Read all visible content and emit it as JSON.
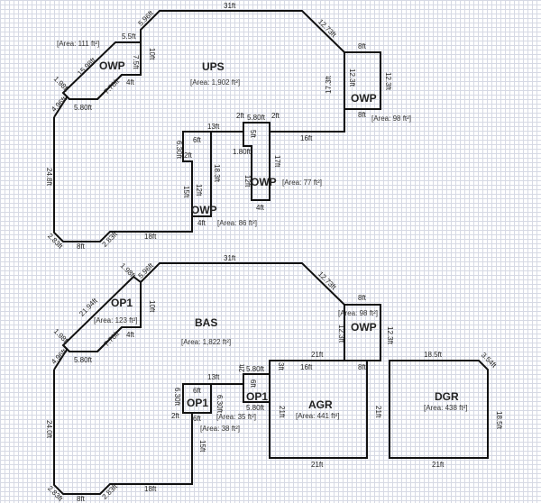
{
  "upper": {
    "areas": {
      "ups": "UPS",
      "ups_area": "[Area: 1,902 ft²]",
      "owp_a": "OWP",
      "owp_a_area": "[Area: 111 ft²]",
      "owp_b": "OWP",
      "owp_b_area": "[Area: 98 ft²]",
      "owp_c": "OWP",
      "owp_c_area": "[Area: 77 ft²]",
      "owp_d": "OWP",
      "owp_d_area": "[Area: 86 ft²]"
    },
    "dims": [
      "31ft",
      "12.73ft",
      "8ft",
      "12.3ft",
      "17.3ft",
      "12.3ft",
      "8ft",
      "16ft",
      "5.80ft",
      "2ft",
      "2ft",
      "5ft",
      "1.80ft",
      "12ft",
      "17ft",
      "4ft",
      "13ft",
      "6ft",
      "6.30ft",
      "2ft",
      "18.3ft",
      "12ft",
      "15ft",
      "4ft",
      "18ft",
      "2.83ft",
      "8ft",
      "2.83ft",
      "24.8ft",
      "4.96ft",
      "1.98ft",
      "15.98ft",
      "5.5ft",
      "10ft",
      "7.5ft",
      "4ft",
      "7.78ft",
      "5.80ft",
      "5.96ft"
    ]
  },
  "lower": {
    "areas": {
      "bas": "BAS",
      "bas_area": "[Area: 1,822 ft²]",
      "op1_a": "OP1",
      "op1_a_area": "[Area: 123 ft²]",
      "op1_b": "OP1",
      "op1_b_area": "[Area: 38 ft²]",
      "op1_c": "OP1",
      "op1_c_area": "[Area: 35 ft²]",
      "owp": "OWP",
      "owp_area": "[Area: 98 ft²]",
      "agr": "AGR",
      "agr_area": "[Area: 441 ft²]",
      "dgr": "DGR",
      "dgr_area": "[Area: 438 ft²]"
    },
    "dims": [
      "31ft",
      "12.73ft",
      "8ft",
      "12.3ft",
      "12.3ft",
      "21ft",
      "16ft",
      "8ft",
      "3ft",
      "21ft",
      "21ft",
      "21ft",
      "18.5ft",
      "3.54ft",
      "18.5ft",
      "21ft",
      "5.80ft",
      "2ft",
      "6ft",
      "5.80ft",
      "13ft",
      "6ft",
      "6.30ft",
      "6.30ft",
      "2ft",
      "6ft",
      "15ft",
      "18ft",
      "2.83ft",
      "8ft",
      "2.83ft",
      "24.0ft",
      "4.96ft",
      "1.98ft",
      "21.94ft",
      "1.98ft",
      "5.96ft",
      "10ft",
      "4ft",
      "7.78ft",
      "5.80ft"
    ]
  }
}
